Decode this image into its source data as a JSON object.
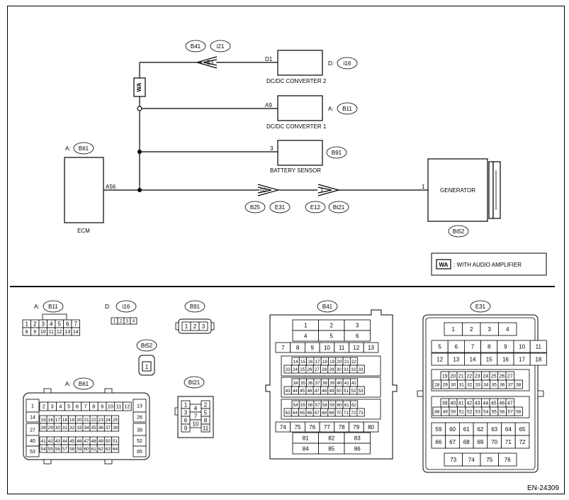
{
  "diagram_code": "EN-24309",
  "legend": {
    "abbr": "WA",
    "text": ": WITH AUDIO AMPLIFIER"
  },
  "components": {
    "ecm": {
      "name": "ECM",
      "conn_prefix": "A:",
      "conn": "B61",
      "pin": "A56"
    },
    "dcdc2": {
      "name": "DC/DC CONVERTER 2",
      "pin": "D1",
      "conn_prefix": "D:",
      "conn": "i16"
    },
    "dcdc1": {
      "name": "DC/DC CONVERTER 1",
      "pin": "A9",
      "conn_prefix": "A:",
      "conn": "B11"
    },
    "battery": {
      "name": "BATTERY SENSOR",
      "pin": "3",
      "conn": "B91"
    },
    "generator": {
      "name": "GENERATOR",
      "pin": "1",
      "conn": "Bt52"
    }
  },
  "joints": {
    "j1": {
      "pin": "53",
      "conns": [
        "B41",
        "i21"
      ]
    },
    "j2": {
      "pin": "50",
      "conns": [
        "B25",
        "E31"
      ]
    },
    "j3": {
      "pin": "1",
      "conns": [
        "E12",
        "Bt21"
      ]
    }
  },
  "fuse_label": "WA",
  "connectors": {
    "b11": {
      "prefix": "A:",
      "name": "B11",
      "row1": [
        "1",
        "2",
        "3",
        "4",
        "5",
        "6",
        "7"
      ],
      "row2": [
        "8",
        "9",
        "10",
        "11",
        "12",
        "13",
        "14"
      ]
    },
    "i16": {
      "prefix": "D:",
      "name": "i16",
      "pins": [
        "1",
        "2",
        "3",
        "4"
      ]
    },
    "b91": {
      "name": "B91",
      "pins": [
        "1",
        "2",
        "3"
      ]
    },
    "bt52": {
      "name": "Bt52",
      "pins": [
        "1"
      ]
    },
    "b61": {
      "prefix": "A:",
      "name": "B61"
    },
    "bt21": {
      "name": "Bt21",
      "left": [
        "1",
        "3",
        "6",
        "9"
      ],
      "mid": [
        "4",
        "7",
        "10"
      ],
      "right": [
        "2",
        "5",
        "8",
        "11"
      ]
    },
    "b41": {
      "name": "B41"
    },
    "e31": {
      "name": "E31"
    }
  }
}
